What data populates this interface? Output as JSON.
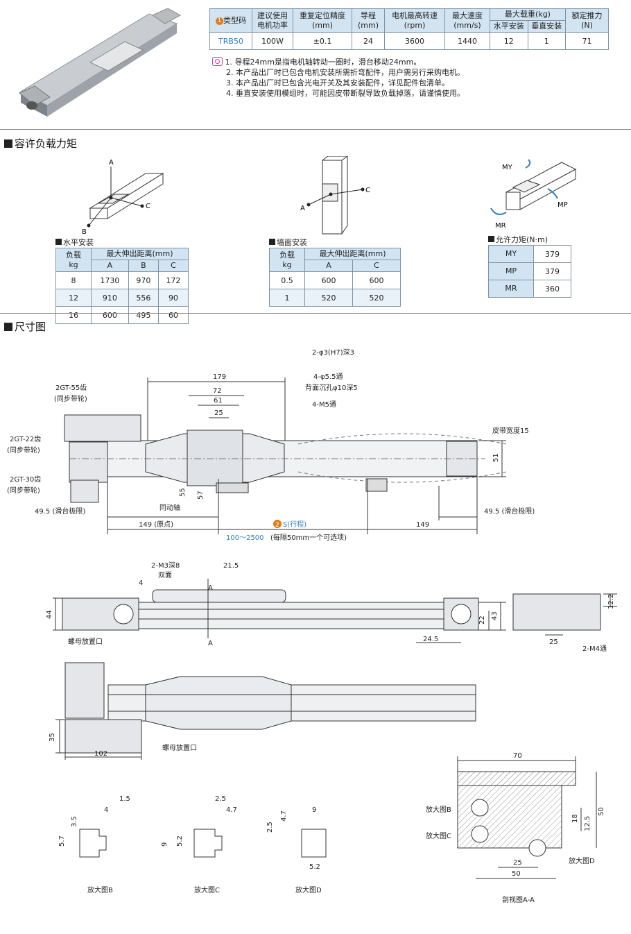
{
  "spec": {
    "headers": {
      "model": "类型码",
      "motor_power": "建议使用\n电机功率",
      "repeat": "重复定位精度",
      "repeat_unit": "(mm)",
      "lead": "导程",
      "lead_unit": "(mm)",
      "speed_motor": "电机最高转速",
      "speed_motor_unit": "(rpm)",
      "speed_max": "最大速度",
      "speed_max_unit": "(mm/s)",
      "load": "最大载重(kg)",
      "load_h": "水平安装",
      "load_v": "垂直安装",
      "thrust": "额定推力",
      "thrust_unit": "(N)"
    },
    "row": {
      "model": "TRB50",
      "motor_power": "100W",
      "repeat": "±0.1",
      "lead": "24",
      "speed_motor": "3600",
      "speed_max": "1440",
      "load_h": "12",
      "load_v": "1",
      "thrust": "71"
    },
    "badge": "1"
  },
  "notes": [
    "1. 导程24mm是指电机轴转动一圈时，滑台移动24mm。",
    "2. 本产品出厂时已包含电机安装所需折弯配件，用户需另行采购电机。",
    "3. 本产品出厂时已包含光电开关及其安装配件，详见配件包清单。",
    "4. 垂直安装使用模组时，可能因皮带断裂导致负载掉落，请谨慎使用。"
  ],
  "section_load": "容许负载力矩",
  "section_dims": "尺寸图",
  "horizontal": {
    "title": "水平安装",
    "h_load": "负载",
    "h_unit": "kg",
    "h_dist": "最大伸出距离(mm)",
    "cols": [
      "A",
      "B",
      "C"
    ],
    "rows": [
      [
        "8",
        "1730",
        "970",
        "172"
      ],
      [
        "12",
        "910",
        "556",
        "90"
      ],
      [
        "16",
        "600",
        "495",
        "60"
      ]
    ]
  },
  "wall": {
    "title": "墙面安装",
    "h_load": "负载",
    "h_unit": "kg",
    "h_dist": "最大伸出距离(mm)",
    "cols": [
      "A",
      "C"
    ],
    "rows": [
      [
        "0.5",
        "600",
        "600"
      ],
      [
        "1",
        "520",
        "520"
      ]
    ]
  },
  "moment": {
    "title": "允许力矩(N·m)",
    "rows": [
      [
        "MY",
        "379"
      ],
      [
        "MP",
        "379"
      ],
      [
        "MR",
        "360"
      ]
    ]
  },
  "diagram_labels": {
    "A": "A",
    "B": "B",
    "C": "C",
    "MY": "MY",
    "MP": "MP",
    "MR": "MR"
  },
  "dims": {
    "d179": "179",
    "d72": "72",
    "d61": "61",
    "d25": "25",
    "hole1": "2-φ3(H7)深3",
    "hole2": "4-φ5.5通",
    "hole2b": "背面沉孔φ10深5",
    "hole3": "4-M5通",
    "belt_width": "皮带宽度15",
    "p55": "2GT-55齿",
    "p55b": "(同步带轮)",
    "p22": "2GT-22齿",
    "p22b": "(同步带轮)",
    "p30": "2GT-30齿",
    "p30b": "(同步带轮)",
    "shaft": "同动轴",
    "d51": "51",
    "d55": "55",
    "d57": "57",
    "limit_l": "49.5 (滑台极限)",
    "limit_r": "49.5 (滑台极限)",
    "origin": "149 (原点)",
    "stroke": "S(行程)",
    "stroke_badge": "2",
    "d149": "149",
    "range": "100～2500",
    "range_note": "(每隔50mm一个可选项)",
    "m3": "2-M3深8",
    "m3b": "双面",
    "d21_5": "21.5",
    "d4": "4",
    "d44": "44",
    "secA": "A",
    "d22": "22",
    "d43": "43",
    "d24_5": "24.5",
    "nut1": "螺母放置口",
    "d12_2": "12.2",
    "d25b": "25",
    "m4": "2-M4通",
    "d35": "35",
    "d102": "102",
    "nut2": "螺母放置口",
    "d70": "70",
    "d18": "18",
    "d12_5": "12.5",
    "d50": "50",
    "d25c": "25",
    "d50b": "50",
    "enlB": "放大图B",
    "enlC": "放大图C",
    "enlD": "放大图D",
    "secAA": "剖视图A-A",
    "bD1_5": "1.5",
    "bD4": "4",
    "bD3_5": "3.5",
    "bD5_7": "5.7",
    "cD2_5": "2.5",
    "cD4_7": "4.7",
    "cD9": "9",
    "cD5_2": "5.2",
    "dD9": "9",
    "dD4_7": "4.7",
    "dD2_5": "2.5",
    "dD5_2": "5.2"
  }
}
